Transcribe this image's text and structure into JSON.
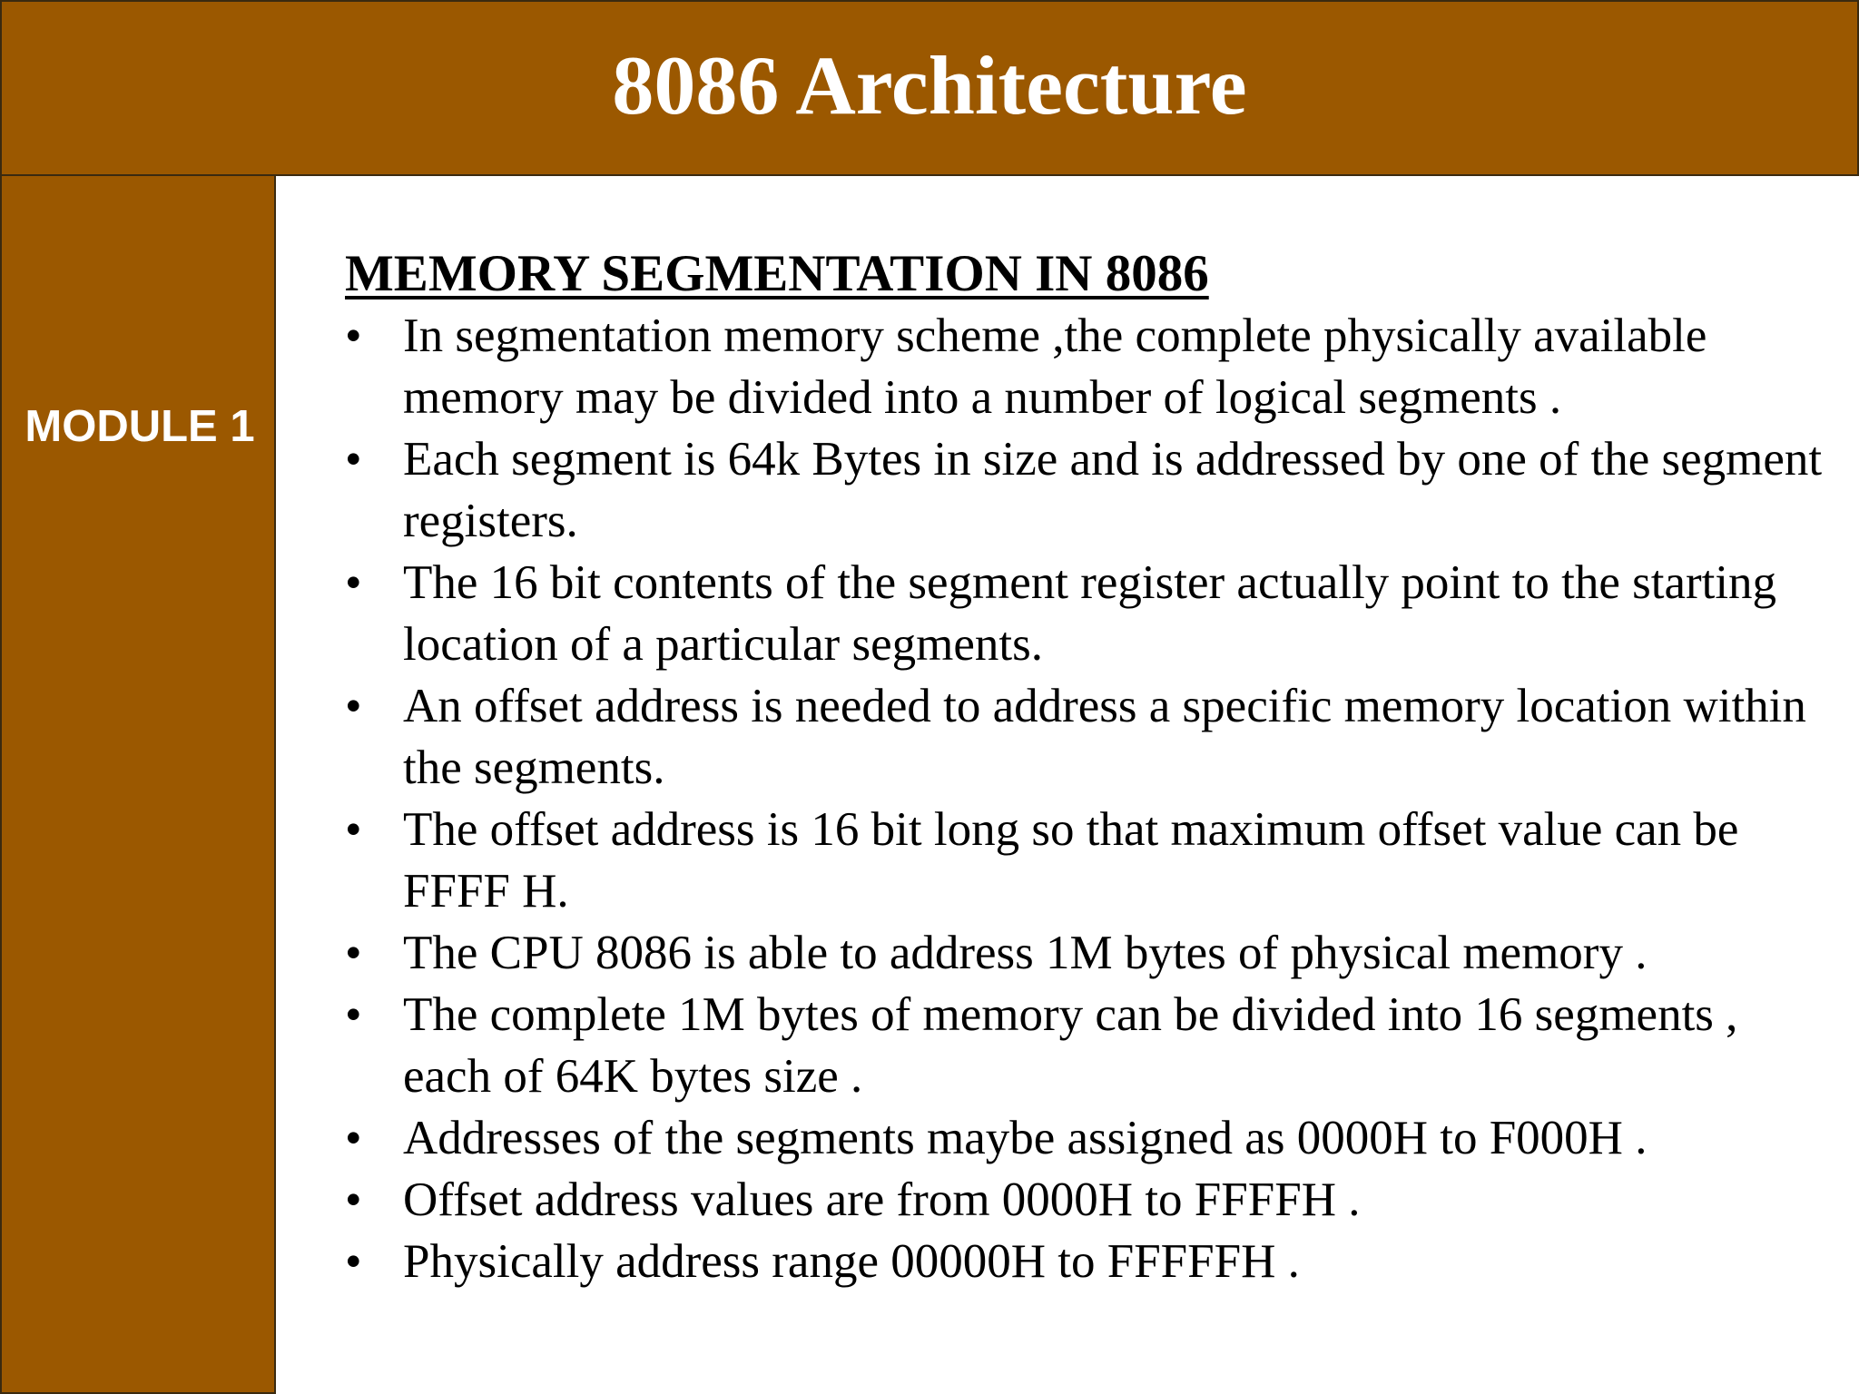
{
  "slide": {
    "title": "8086 Architecture",
    "module_label": "MODULE 1",
    "heading": "MEMORY SEGMENTATION IN 8086",
    "bullet_symbol": "•",
    "bullets": [
      "In segmentation memory scheme ,the complete physically available memory may be divided into a number of logical segments .",
      "Each segment is 64k Bytes in size and is addressed by one of the segment registers.",
      "The 16 bit contents of the segment register actually point to the starting location of a particular segments.",
      "An offset address is needed to address a specific memory location within the segments.",
      "The offset address is 16 bit long so that maximum offset value can be FFFF H.",
      "The CPU 8086 is able to address 1M bytes of physical memory .",
      "The complete 1M bytes of memory can be divided into 16 segments , each of 64K bytes size .",
      "Addresses of the segments maybe assigned as 0000H to F000H .",
      "Offset address values are from 0000H to FFFFH .",
      "Physically address range 00000H to FFFFFH ."
    ]
  },
  "colors": {
    "banner": "#9b5800",
    "banner_text": "#ffffff",
    "body_text": "#000000",
    "background": "#ffffff"
  }
}
